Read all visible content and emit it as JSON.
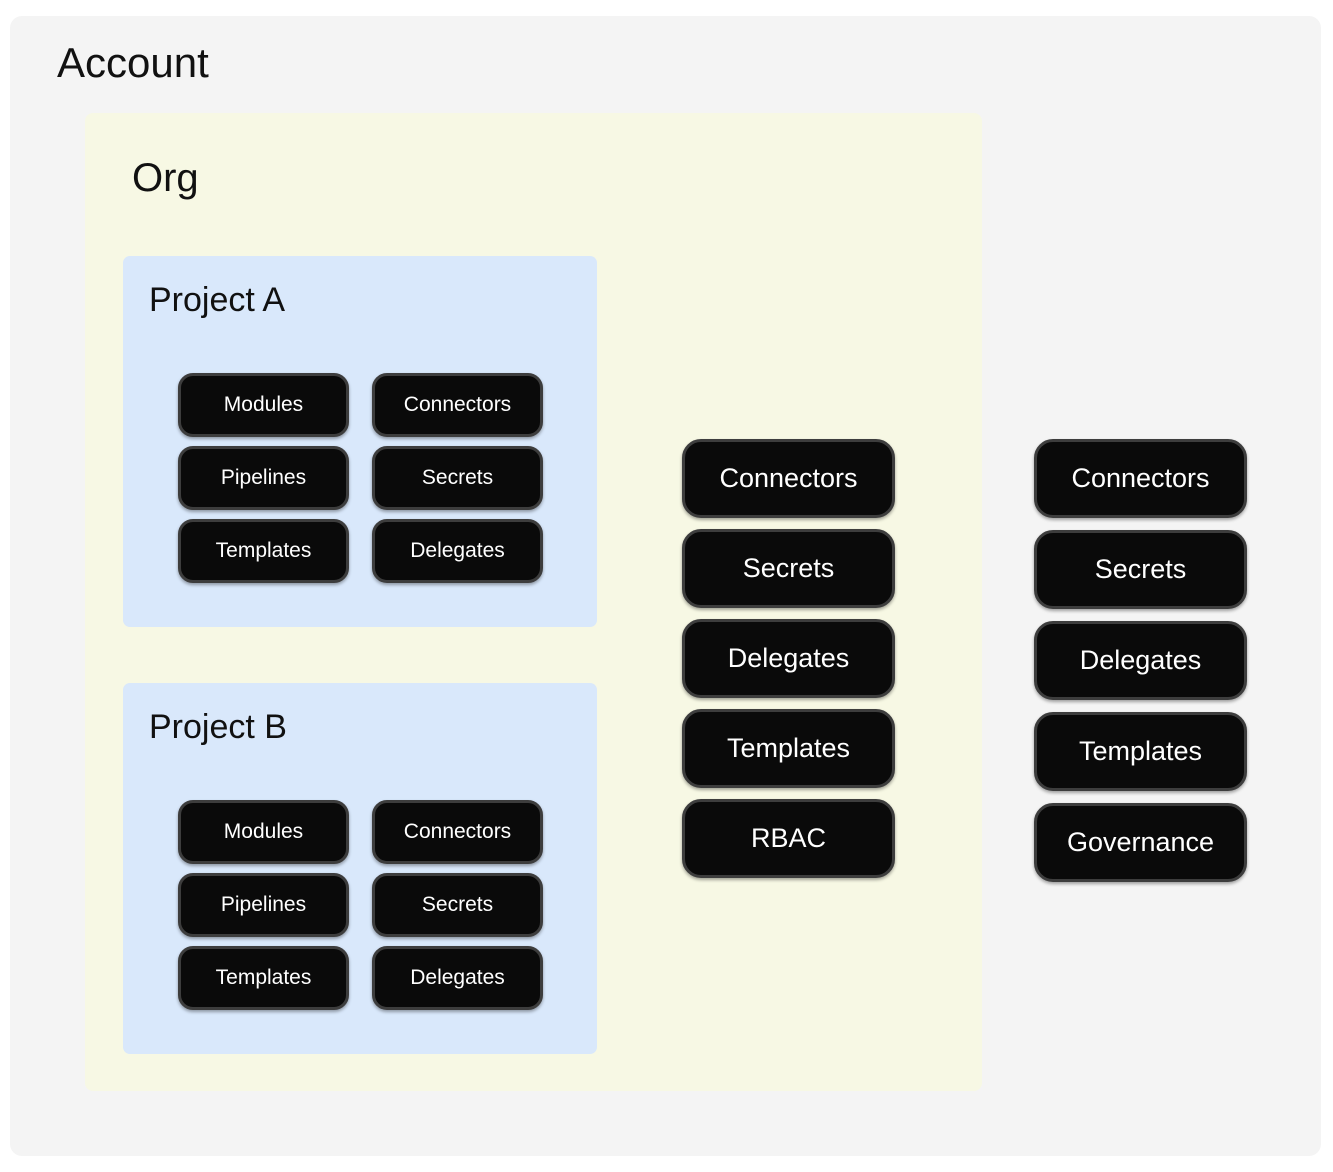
{
  "colors": {
    "page_bg": "#ffffff",
    "account_bg": "#f4f4f4",
    "org_bg": "#f7f8e4",
    "project_bg": "#d9e8fb",
    "pill_bg": "#0a0a0a",
    "pill_border": "#3d3d3d",
    "pill_text": "#ffffff",
    "title_text": "#111111"
  },
  "account": {
    "title": "Account",
    "pills": [
      "Connectors",
      "Secrets",
      "Delegates",
      "Templates",
      "Governance"
    ],
    "org": {
      "title": "Org",
      "pills": [
        "Connectors",
        "Secrets",
        "Delegates",
        "Templates",
        "RBAC"
      ],
      "projects": [
        {
          "title": "Project A",
          "pills": [
            "Modules",
            "Connectors",
            "Pipelines",
            "Secrets",
            "Templates",
            "Delegates"
          ]
        },
        {
          "title": "Project B",
          "pills": [
            "Modules",
            "Connectors",
            "Pipelines",
            "Secrets",
            "Templates",
            "Delegates"
          ]
        }
      ]
    }
  }
}
